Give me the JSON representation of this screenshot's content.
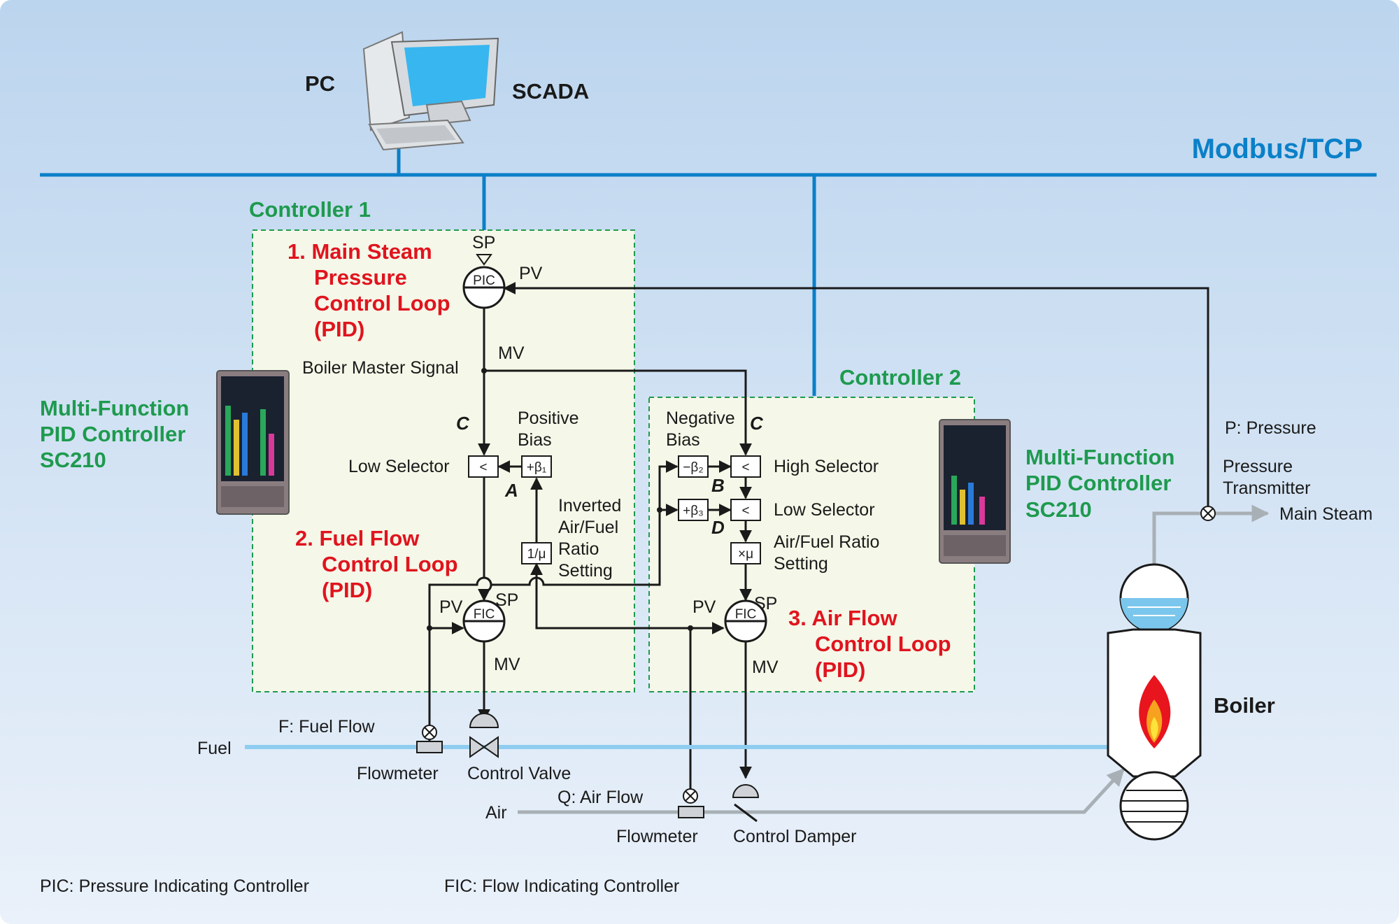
{
  "network": {
    "label": "Modbus/TCP"
  },
  "pc": {
    "label": "PC",
    "scada_label": "SCADA"
  },
  "controller1": {
    "label": "Controller 1"
  },
  "controller2": {
    "label": "Controller 2"
  },
  "device_left": {
    "line1": "Multi-Function",
    "line2": "PID Controller",
    "line3": "SC210"
  },
  "device_right": {
    "line1": "Multi-Function",
    "line2": "PID Controller",
    "line3": "SC210"
  },
  "loop1": {
    "line1": "1. Main Steam",
    "line2": "Pressure",
    "line3": "Control Loop",
    "line4": "(PID)"
  },
  "loop2": {
    "line1": "2. Fuel Flow",
    "line2": "Control Loop",
    "line3": "(PID)"
  },
  "loop3": {
    "line1": "3. Air Flow",
    "line2": "Control Loop",
    "line3": "(PID)"
  },
  "signals": {
    "sp": "SP",
    "pv": "PV",
    "mv": "MV",
    "boiler_master": "Boiler Master Signal",
    "pic": "PIC",
    "fic": "FIC",
    "beta1": "+β₁",
    "beta2": "−β₂",
    "beta3": "+β₃",
    "inv_mu": "1/μ",
    "times_mu": "×μ",
    "less_than": "<"
  },
  "markers": {
    "a": "A",
    "b": "B",
    "c": "C",
    "d": "D"
  },
  "blocks": {
    "low_selector": "Low Selector",
    "high_selector": "High Selector",
    "positive_bias_1": "Positive",
    "positive_bias_2": "Bias",
    "negative_bias_1": "Negative",
    "negative_bias_2": "Bias",
    "inverted_1": "Inverted",
    "inverted_2": "Air/Fuel",
    "inverted_3": "Ratio",
    "inverted_4": "Setting",
    "ratio_1": "Air/Fuel Ratio",
    "ratio_2": "Setting"
  },
  "process": {
    "fuel": "Fuel",
    "fuel_flow": "F: Fuel Flow",
    "flowmeter": "Flowmeter",
    "control_valve": "Control Valve",
    "air": "Air",
    "air_flow": "Q: Air Flow",
    "control_damper": "Control Damper",
    "pressure": "P: Pressure",
    "pt_1": "Pressure",
    "pt_2": "Transmitter",
    "main_steam": "Main Steam",
    "boiler": "Boiler"
  },
  "legend": {
    "pic": "PIC: Pressure Indicating Controller",
    "fic": "FIC: Flow Indicating Controller"
  },
  "colors": {
    "bus": "#0a80c8",
    "controller_label": "#1e9a4e",
    "loop_label": "#e0141e",
    "fuel_line": "#8ecdf0",
    "air_line": "#a8b0b6"
  }
}
